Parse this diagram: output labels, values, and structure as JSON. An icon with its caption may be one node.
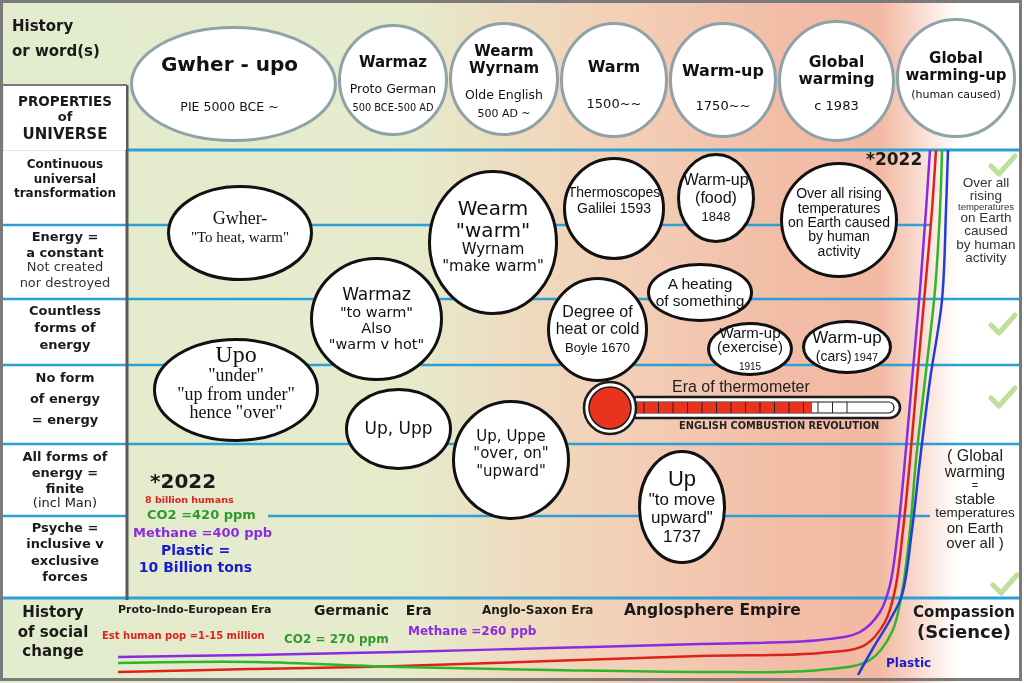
{
  "diagram": {
    "nodes": [
      {
        "text": [
          "Gwher - upo",
          "PIE 5000 BCE ~"
        ]
      },
      {
        "text": [
          "Warmaz",
          "Proto German",
          "500 BCE-500 AD"
        ]
      },
      {
        "text": [
          "Wearm Wyrnam",
          "Olde English",
          "500 AD ~"
        ]
      },
      {
        "text": [
          "Warm",
          "1500~~"
        ]
      },
      {
        "text": [
          "Warm-up",
          "1750~~"
        ]
      },
      {
        "text": [
          "Global warming",
          "c 1983"
        ]
      },
      {
        "text": [
          "Global warming-up",
          "(human caused)"
        ]
      },
      {
        "text": [
          "Gwher-",
          "\"To heat, warm\""
        ]
      },
      {
        "text": [
          "Upo",
          "\"under\" \"up from under\" hence \"over\""
        ]
      },
      {
        "text": [
          "Warmaz",
          "\"to warm\" Also \"warm v hot\""
        ]
      },
      {
        "text": [
          "Up, Upp"
        ]
      },
      {
        "text": [
          "Wearm \"warm\"",
          "Wyrnam \"make warm\""
        ]
      },
      {
        "text": [
          "Up, Uppe \"over, on\" \"upward\""
        ]
      },
      {
        "text": [
          "Thermoscopes Galilei 1593"
        ]
      },
      {
        "text": [
          "Degree of heat or cold",
          "Boyle 1670"
        ]
      },
      {
        "text": [
          "Warm-up (food)",
          "1848"
        ]
      },
      {
        "text": [
          "A heating of something"
        ]
      },
      {
        "text": [
          "Over all rising temperatures on Earth caused by human activity"
        ]
      },
      {
        "text": [
          "Warm-up (exercise)",
          "1915"
        ]
      },
      {
        "text": [
          "Warm-up",
          "(cars)",
          "1947"
        ]
      },
      {
        "text": [
          "Up",
          "\"to move upward\" 1737"
        ]
      }
    ],
    "labels": [
      "History or word(s)",
      "PROPERTIES of UNIVERSE",
      "*2022",
      "Continuous universal transformation",
      "Over all rising temperatures on Earth caused by human activity",
      "Energy = a constant",
      "Not created nor destroyed",
      "Countless forms of energy",
      "No form of energy = energy",
      "Era of thermometer",
      "ENGLISH COMBUSTION REVOLUTION",
      "All forms of energy = finite",
      "(incl Man)",
      "( Global warming = stable temperatures on Earth over all )",
      "*2022",
      "8 billion humans",
      "CO2 =420 ppm",
      "Methane =400 ppb",
      "Plastic = 10 Billion tons",
      "Psyche = inclusive v exclusive forces",
      "History of social change",
      "Proto-Indo-European Era",
      "Germanic Era",
      "Anglo-Saxon Era",
      "Anglosphere Empire",
      "Compassion (Science)",
      "Est human pop =1-15 million",
      "CO2 = 270 ppm",
      "Methane =260 ppb",
      "Plastic"
    ]
  }
}
